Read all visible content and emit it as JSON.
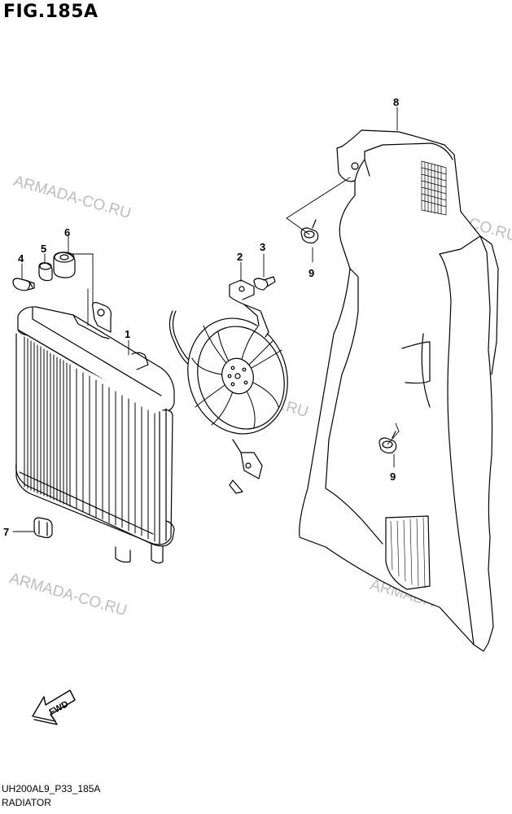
{
  "figure": {
    "title": "FIG.185A"
  },
  "footer": {
    "code": "UH200AL9_P33_185A",
    "name": "RADIATOR"
  },
  "watermark": "ARMADA-CO.RU",
  "fwd_label": "FWD",
  "callouts": [
    "1",
    "2",
    "3",
    "4",
    "5",
    "6",
    "7",
    "8",
    "9",
    "9"
  ],
  "colors": {
    "line": "#000000",
    "watermark": "#bdbdbd",
    "background": "#ffffff"
  }
}
